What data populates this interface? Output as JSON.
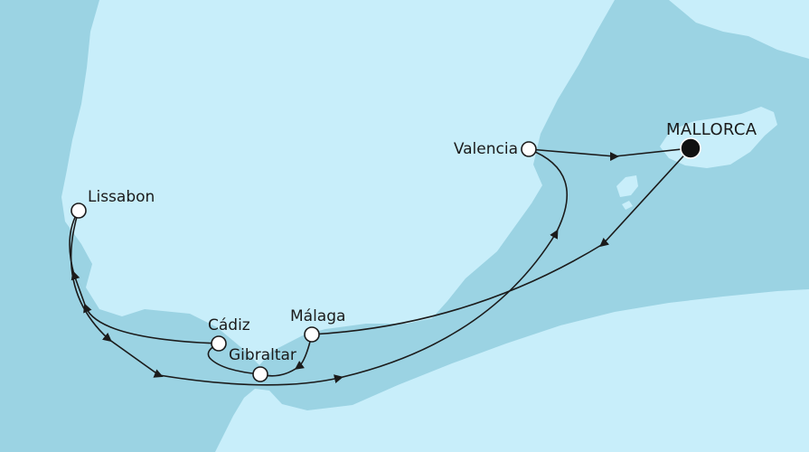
{
  "map": {
    "colors": {
      "sea": "#9bd3e3",
      "land": "#c8eefa",
      "route": "#1b1b1b",
      "port_fill": "#ffffff",
      "home_port_fill": "#111111"
    },
    "home_port": {
      "label": "MALLORCA",
      "marker": "filled-circle"
    },
    "ports": [
      {
        "label": "Valencia",
        "marker": "open-circle"
      },
      {
        "label": "Lissabon",
        "marker": "open-circle"
      },
      {
        "label": "Cádiz",
        "marker": "open-circle"
      },
      {
        "label": "Málaga",
        "marker": "open-circle"
      },
      {
        "label": "Gibraltar",
        "marker": "open-circle"
      }
    ]
  }
}
